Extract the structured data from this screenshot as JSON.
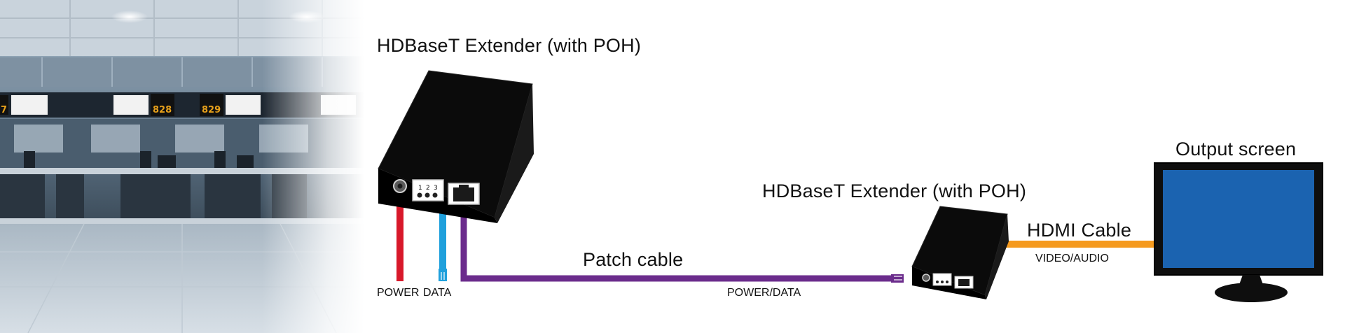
{
  "labels": {
    "extender_1_title": "HDBaseT Extender (with POH)",
    "extender_2_title": "HDBaseT Extender (with POH)",
    "patch_cable": "Patch cable",
    "hdmi_cable": "HDMI Cable",
    "output_screen": "Output screen",
    "power": "POWER",
    "data": "DATA",
    "power_data": "POWER/DATA",
    "video_audio": "VIDEO/AUDIO"
  },
  "ports": [
    "1",
    "2",
    "3"
  ],
  "background_photo": {
    "subject": "airport check-in counters",
    "gate_signs": [
      "7",
      "828",
      "829"
    ]
  },
  "colors": {
    "power_cable": "#d8192a",
    "data_cable": "#1fa0dc",
    "patch_cable": "#6b2c8c",
    "hdmi_cable": "#f59a1e",
    "device": "#0b0b0b",
    "screen": "#1b63b0",
    "sign": "#e6a01b"
  },
  "icons": [
    "extender-device-icon",
    "rj45-port-icon",
    "monitor-icon",
    "cable-connector-icon"
  ]
}
